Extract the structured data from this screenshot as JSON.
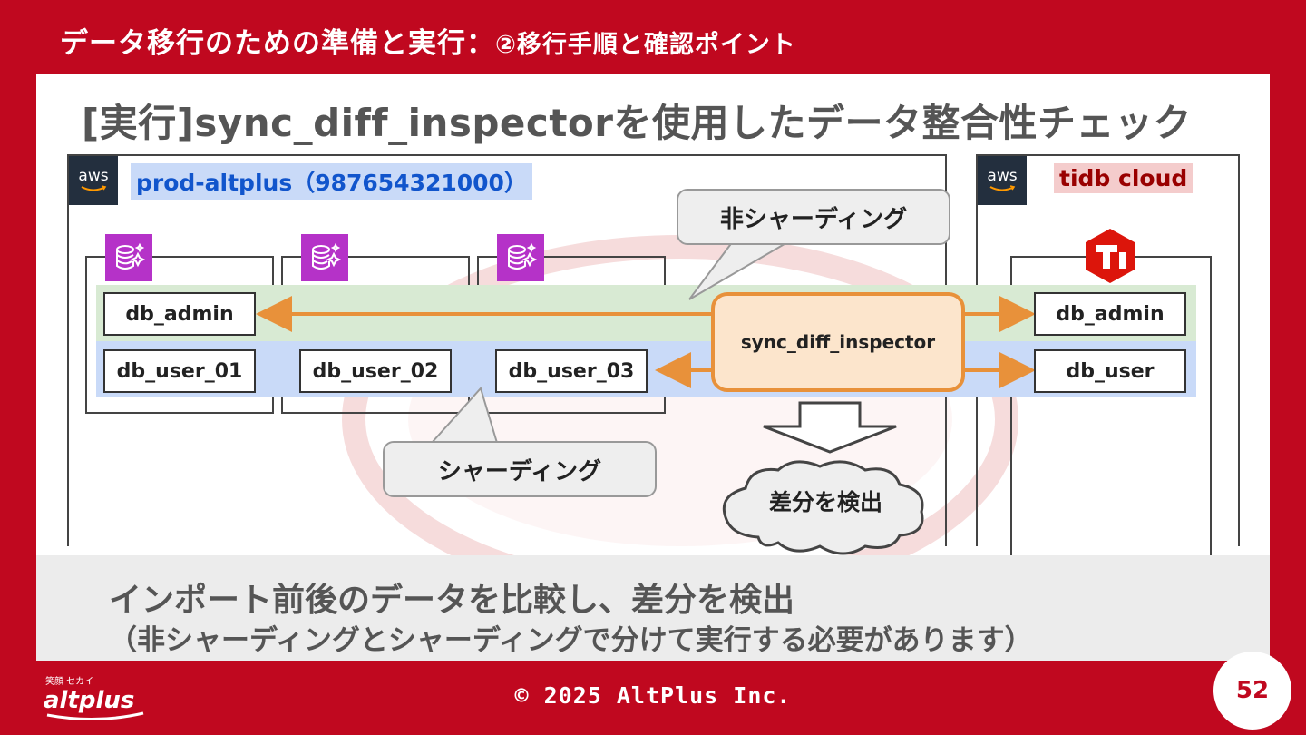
{
  "header": {
    "title": "データ移行のための準備と実行：",
    "subtitle": "②移行手順と確認ポイント"
  },
  "slide": {
    "heading": "[実行]sync_diff_inspectorを使用したデータ整合性チェック"
  },
  "source_account": {
    "cloud": "aws",
    "label": "prod-altplus（987654321000）"
  },
  "target_account": {
    "cloud": "aws",
    "label": "tidb cloud"
  },
  "source_dbs": {
    "admin": "db_admin",
    "users": [
      "db_user_01",
      "db_user_02",
      "db_user_03"
    ]
  },
  "target_dbs": {
    "admin": "db_admin",
    "user": "db_user"
  },
  "tool": {
    "label": "sync_diff_inspector"
  },
  "callouts": {
    "non_sharding": "非シャーディング",
    "sharding": "シャーディング"
  },
  "result": {
    "label": "差分を検出"
  },
  "summary": {
    "line1": "インポート前後のデータを比較し、差分を検出",
    "line2": "（非シャーディングとシャーディングで分けて実行する必要があります）"
  },
  "footer": {
    "copyright": "© 2025 AltPlus Inc.",
    "page": "52"
  },
  "colors": {
    "brand_red": "#c0081f",
    "arrow_orange": "#e8913a",
    "band_green": "#d8ead3",
    "band_blue": "#c9daf8",
    "rds_purple": "#b532c8"
  },
  "icons": [
    "aws-logo-icon",
    "rds-database-icon",
    "tidb-logo-icon",
    "altplus-logo-icon"
  ]
}
